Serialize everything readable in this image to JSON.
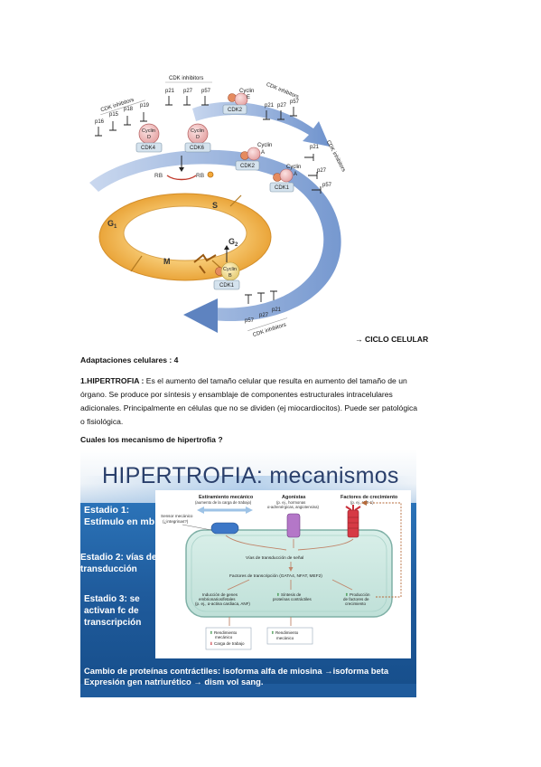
{
  "figure1": {
    "cdk_inhibitors_1": "CDK inhibitors",
    "cdk_inhibitors_2": "CDK inhibitors",
    "cdk_inhibitors_3": "CDK inhibitors",
    "cdk_inhibitors_4": "CDK inhibitors",
    "cdk_inhibitors_5": "CDK inhibitors",
    "p16": "p16",
    "p15": "p15",
    "p18": "p18",
    "p19": "p19",
    "top_p21": "p21",
    "top_p27": "p27",
    "top_p57": "p57",
    "right_p21": "p21",
    "right_p27": "p27",
    "right_p57": "p57",
    "side_p21": "p21",
    "side_p27": "p27",
    "side_p57": "p57",
    "bot_p21": "p21",
    "bot_p27": "p27",
    "bot_p57": "p57",
    "cyclin_label": "Cyclin",
    "cyclin_d1_letter": "D",
    "cyclin_d2_letter": "D",
    "cyclin_e_letter": "E",
    "cyclin_a_letter": "A",
    "cyclin_a2_letter": "A",
    "cyclin_b_letter": "B",
    "cdk4": "CDK4",
    "cdk6": "CDK6",
    "cdk2_top": "CDK2",
    "cdk2_mid": "CDK2",
    "cdk1_mid": "CDK1",
    "cdk1_bot": "CDK1",
    "rb_left": "RB",
    "rb_right": "RB",
    "phase_s": "S",
    "phase_g1": "G",
    "phase_g1_sub": "1",
    "phase_g2": "G",
    "phase_g2_sub": "2",
    "phase_m": "M"
  },
  "caption": "→ CICLO CELULAR",
  "adaptaciones": "Adaptaciones celulares : 4",
  "hipertrofia": {
    "title": "1.HIPERTROFIA :",
    "line1": "Es el aumento del tamaño celular que resulta en aumento del tamaño de un",
    "line2": "órgano. Se produce por síntesis y ensamblaje de componentes estructurales intracelulares",
    "line3": "adicionales. Principalmente en células que no se dividen (ej miocardiocitos). Puede ser patológica",
    "line4": "o fisiológica."
  },
  "question": "Cuales los mecanismo de hipertrofia ?",
  "slide": {
    "title": "HIPERTROFIA: mecanismos",
    "stage1_l1": "Estadio 1:",
    "stage1_l2": "Estímulo en mb",
    "stage2_l1": "Estadio 2: vías de",
    "stage2_l2": "transducción",
    "stage3_l1": "Estadio 3: se",
    "stage3_l2": "activan fc de",
    "stage3_l3": "transcripción",
    "stretch_title": "Estiramiento mecánico",
    "stretch_sub": "(aumento de la carga de trabajo)",
    "agonists_title": "Agonistas",
    "agonists_sub1": "(p. ej., hormonas",
    "agonists_sub2": "α-adrenérgicas, angiotensina)",
    "growth_title": "Factores de crecimiento",
    "growth_sub": "(p. ej., IGF-1)",
    "sensor_l1": "Sensor mecánico",
    "sensor_l2": "(¿integrinas?)",
    "signal": "Vías de transducción de señal",
    "tf": "Factores de transcripción (GATA4, NFAT, MEF2)",
    "induction_l1": "Inducción de genes",
    "induction_l2": "embrionarios/fetales",
    "induction_l3": "(p. ej., α-actina cardiaca, ANF)",
    "synthesis_l1": "Síntesis de",
    "synthesis_l2": "proteínas contráctiles",
    "production_l1": "Producción",
    "production_l2": "de factores de",
    "production_l3": "crecimiento",
    "yield_l1": "Rendimiento",
    "yield_l2": "mecánico",
    "workload": "Carga de trabajo",
    "yield2_l1": "Rendimiento",
    "yield2_l2": "mecánico",
    "bottom1": "Cambio de proteínas contráctiles: isoforma alfa de miosina →isoforma beta",
    "bottom2": "Expresión gen natriurético → dism vol sang."
  },
  "colors": {
    "ring": "#f2b94a",
    "arrow_blue": "#6b8fc9",
    "slide_bg": "#1f5b9c",
    "cell_fill": "#cfe8e2",
    "stage_text": "#ffffff"
  }
}
